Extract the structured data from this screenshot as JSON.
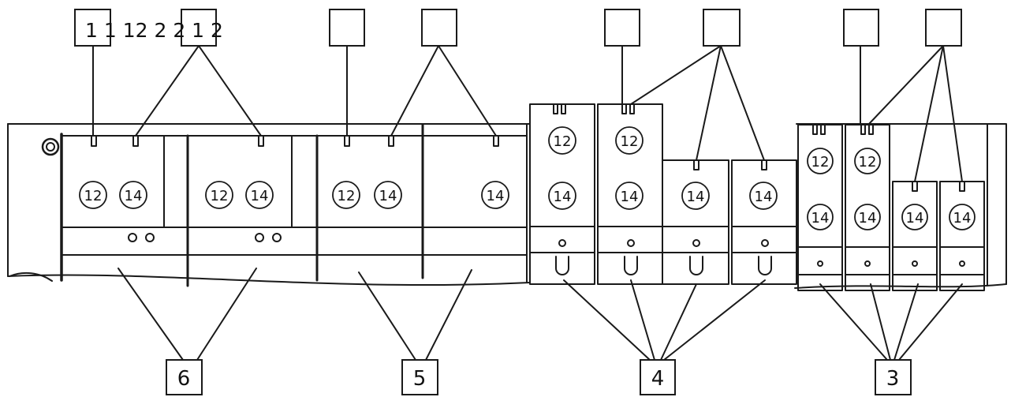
{
  "diagram": {
    "top_callout_text": "1 1 12 2 2 1 2",
    "port_labels": {
      "p12": "12",
      "p14": "14"
    },
    "bottom_callouts": [
      "6",
      "5",
      "4",
      "3"
    ],
    "colors": {
      "stroke": "#1a1a1a",
      "background": "#ffffff"
    }
  }
}
